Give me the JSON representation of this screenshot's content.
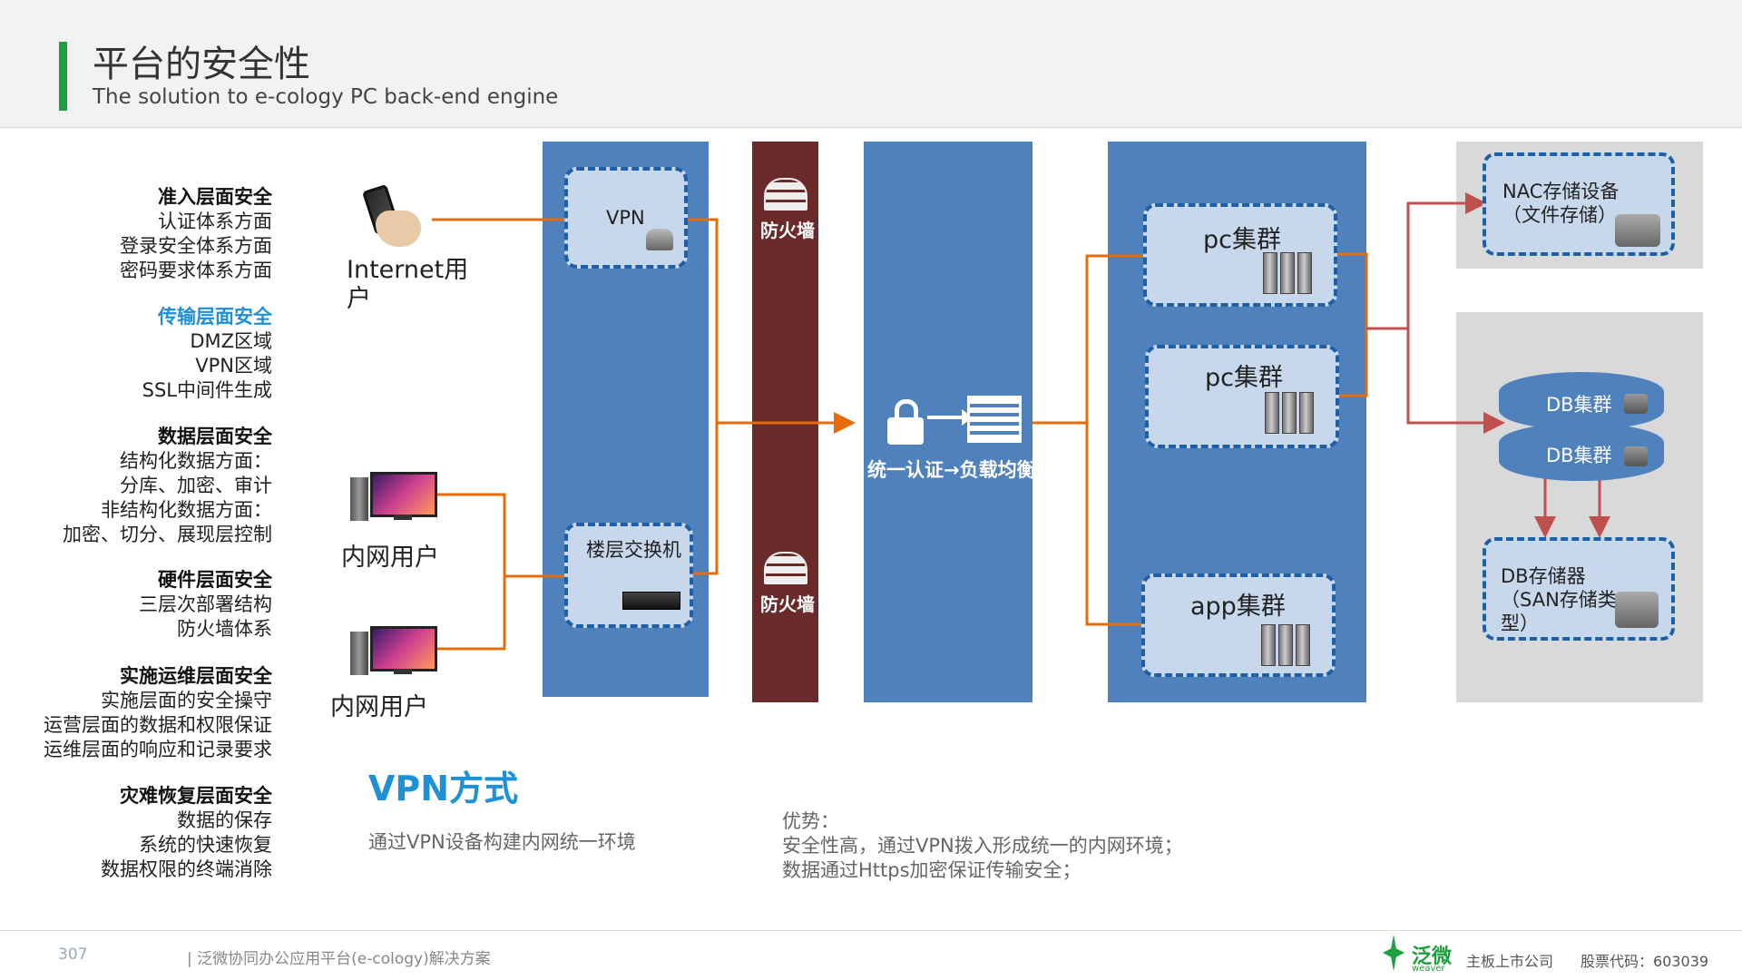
{
  "header": {
    "title": "平台的安全性",
    "subtitle": "The solution to e-cology PC back-end engine"
  },
  "security_list": [
    {
      "heading": "准入层面安全",
      "items": [
        "认证体系方面",
        "登录安全体系方面",
        "密码要求体系方面"
      ]
    },
    {
      "heading": "传输层面安全",
      "items": [
        "DMZ区域",
        "VPN区域",
        "SSL中间件生成"
      ]
    },
    {
      "heading": "数据层面安全",
      "items": [
        "结构化数据方面：",
        "分库、加密、审计",
        "非结构化数据方面：",
        "加密、切分、展现层控制"
      ]
    },
    {
      "heading": "硬件层面安全",
      "items": [
        "三层次部署结构",
        "防火墙体系"
      ]
    },
    {
      "heading": "实施运维层面安全",
      "items": [
        "实施层面的安全操守",
        "运营层面的数据和权限保证",
        "运维层面的响应和记录要求"
      ]
    },
    {
      "heading": "灾难恢复层面安全",
      "items": [
        "数据的保存",
        "系统的快速恢复",
        "数据权限的终端消除"
      ]
    }
  ],
  "users": {
    "internet": "Internet用户",
    "intranet1": "内网用户",
    "intranet2": "内网用户"
  },
  "nodes": {
    "vpn": "VPN",
    "switch": "楼层交换机",
    "firewall_top": "防火墙",
    "firewall_bottom": "防火墙",
    "auth_lb": "统一认证→负载均衡",
    "pc1": "pc集群",
    "pc2": "pc集群",
    "app": "app集群",
    "nac": "NAC存储设备（文件存储）",
    "db1": "DB集群",
    "db2": "DB集群",
    "dbstore": "DB存储器（SAN存储类型）"
  },
  "vpn_section": {
    "title": "VPN方式",
    "desc": "通过VPN设备构建内网统一环境"
  },
  "advantages": {
    "label": "优势：",
    "line1": "安全性高，通过VPN拨入形成统一的内网环境；",
    "line2": "数据通过Https加密保证传输安全；"
  },
  "footer": {
    "page": "307",
    "doc": "| 泛微协同办公应用平台(e-cology)解决方案",
    "brand": "泛微",
    "brand_en": "weaver",
    "listing": "主板上市公司",
    "stock": "股票代码：603039"
  },
  "colors": {
    "accent_green": "#1f9e3f",
    "column_blue": "#4f81bd",
    "firewall": "#6b2a2a",
    "line_orange": "#e46c0a",
    "line_red": "#c0504d",
    "title_blue": "#1e90d6"
  }
}
